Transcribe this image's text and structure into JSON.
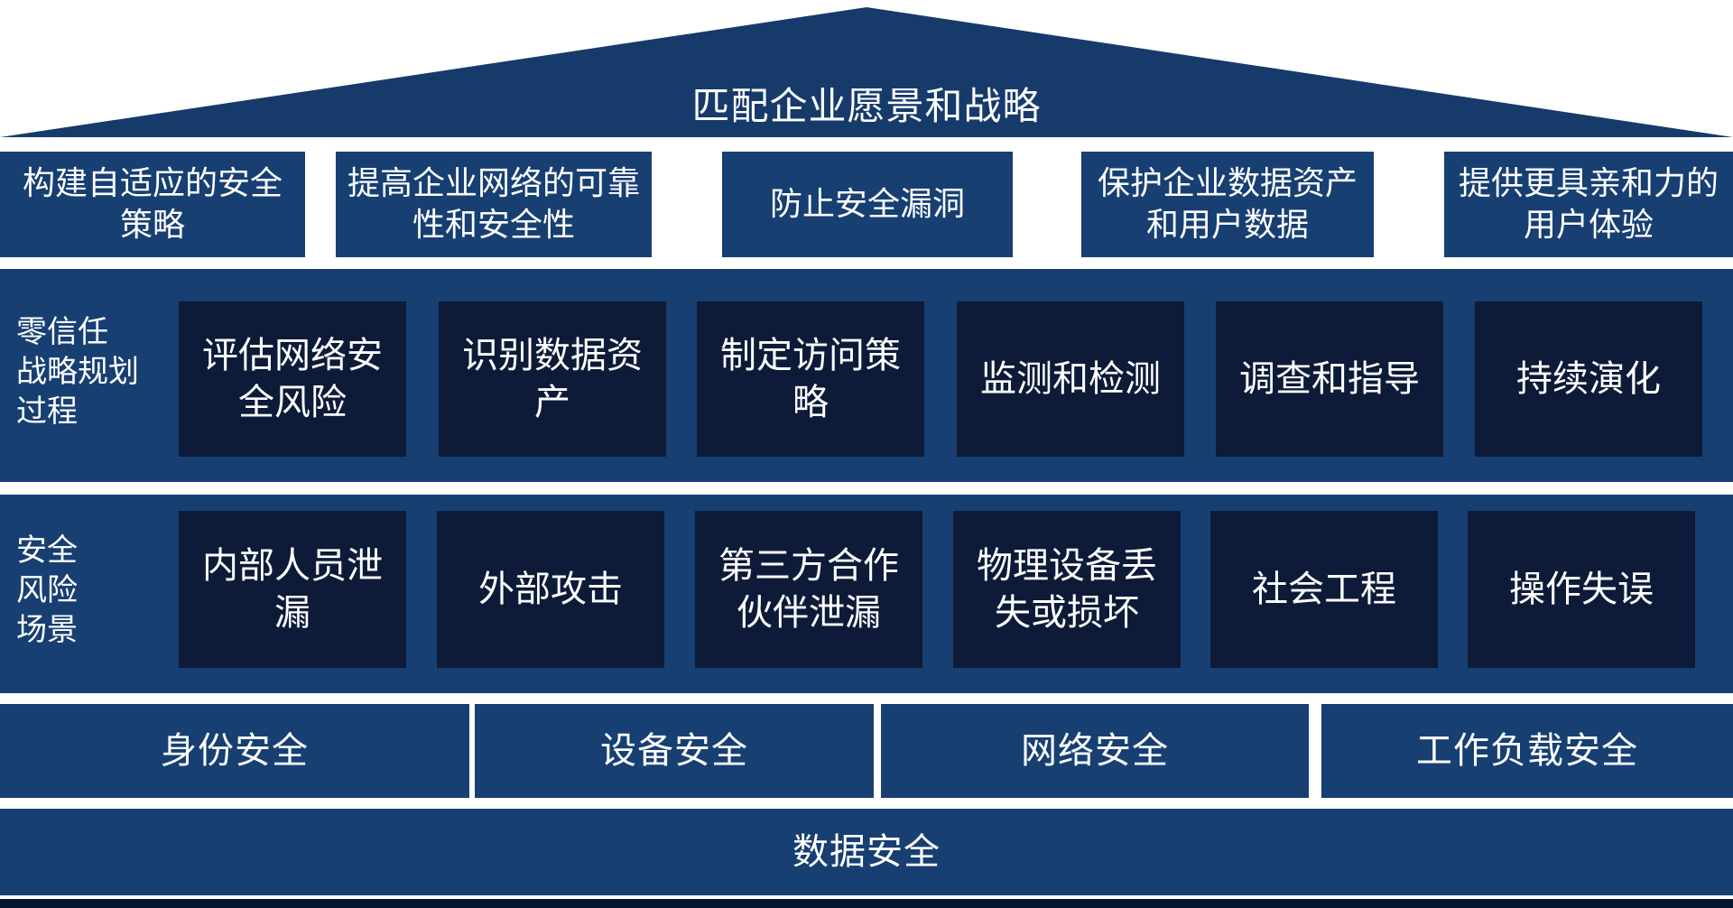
{
  "roof": {
    "title": "匹配企业愿景和战略"
  },
  "goals": [
    "构建自适应的安全策略",
    "提高企业网络的可靠性和安全性",
    "防止安全漏洞",
    "保护企业数据资产和用户数据",
    "提供更具亲和力的用户体验"
  ],
  "zero_trust": {
    "label": "零信任\n战略规划\n过程",
    "steps": [
      "评估网络安全风险",
      "识别数据资产",
      "制定访问策略",
      "监测和检测",
      "调查和指导",
      "持续演化"
    ]
  },
  "risk": {
    "label": "安全\n风险\n场景",
    "items": [
      "内部人员泄漏",
      "外部攻击",
      "第三方合作伙伴泄漏",
      "物理设备丢失或损坏",
      "社会工程",
      "操作失误"
    ]
  },
  "pillars": [
    "身份安全",
    "设备安全",
    "网络安全",
    "工作负载安全"
  ],
  "foundation": "数据安全",
  "colors": {
    "primary": "#173f72",
    "tile": "#0d1b38",
    "roof": "#163b6b",
    "text": "#ffffff",
    "background": "#ffffff"
  }
}
